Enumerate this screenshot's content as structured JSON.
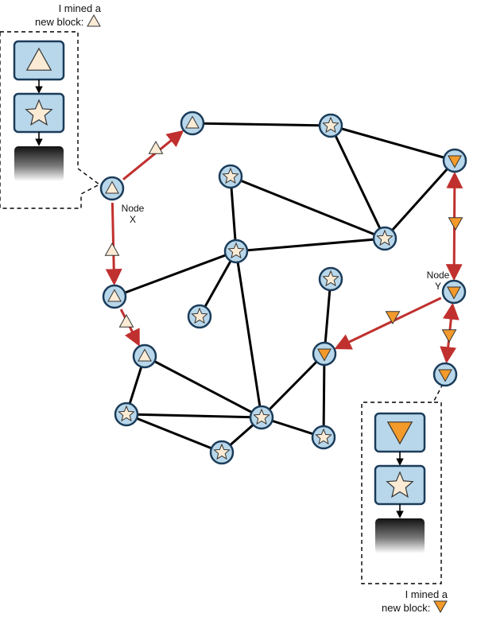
{
  "captions": {
    "top_left_line1": "I mined a",
    "top_left_line2": "new block:",
    "bottom_right_line1": "I mined a",
    "bottom_right_line2": "new block:"
  },
  "node_labels": {
    "x_line1": "Node",
    "x_line2": "X",
    "y_line1": "Node",
    "y_line2": "Y"
  },
  "colors": {
    "node_fill": "#b9d7ea",
    "node_stroke": "#1b3c5a",
    "glyph_fill": "#fbebd5",
    "orange": "#f39a2a",
    "propagation": "#c0302e",
    "edge": "#000000"
  },
  "symbols": {
    "triangle": "triangle-up-icon",
    "inverted_triangle": "triangle-down-icon",
    "star": "star-icon"
  }
}
